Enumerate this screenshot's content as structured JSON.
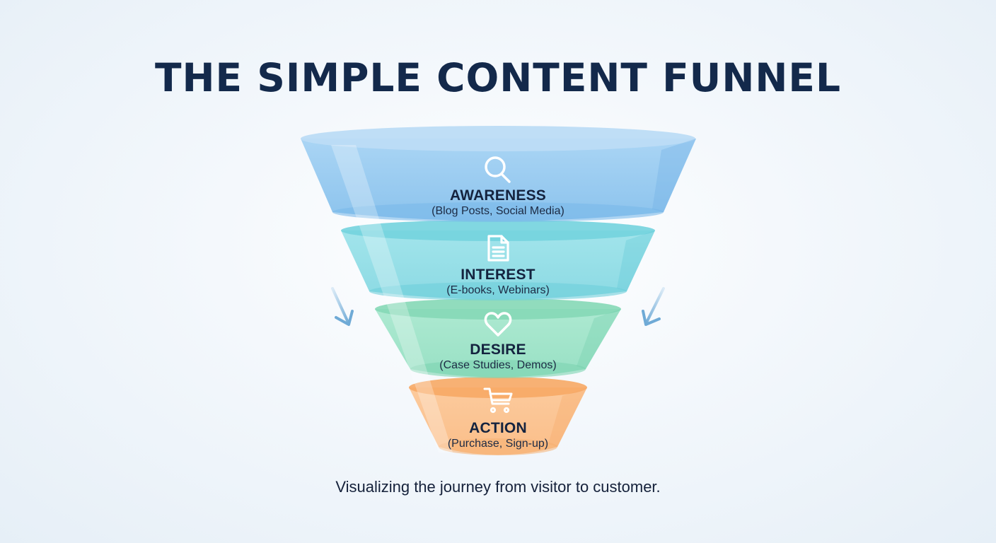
{
  "title": "THE SIMPLE CONTENT FUNNEL",
  "caption": "Visualizing the journey from visitor to customer.",
  "colors": {
    "title": "#13294b",
    "text": "#14233f",
    "arrow": "#7fb3d9"
  },
  "stages": [
    {
      "label": "AWARENESS",
      "subtitle": "(Blog Posts, Social Media)",
      "icon": "search-icon",
      "color": "#8cc4ee",
      "rim_color": "#b9dcf5",
      "shade_color": "#6eb1e6"
    },
    {
      "label": "INTEREST",
      "subtitle": "(E-books, Webinars)",
      "icon": "document-icon",
      "color": "#8fdde6",
      "rim_color": "#74d3de",
      "shade_color": "#5ec8d6"
    },
    {
      "label": "DESIRE",
      "subtitle": "(Case Studies, Demos)",
      "icon": "heart-icon",
      "color": "#9be3c6",
      "rim_color": "#86d9b8",
      "shade_color": "#6fcfaa"
    },
    {
      "label": "ACTION",
      "subtitle": "(Purchase, Sign-up)",
      "icon": "shopping-cart-icon",
      "color": "#fbc08c",
      "rim_color": "#f8aa68",
      "shade_color": "#f5a05c"
    }
  ],
  "side_arrows": [
    {
      "direction": "down-right",
      "icon": "arrow-down-right-icon"
    },
    {
      "direction": "down-left",
      "icon": "arrow-down-left-icon"
    }
  ]
}
